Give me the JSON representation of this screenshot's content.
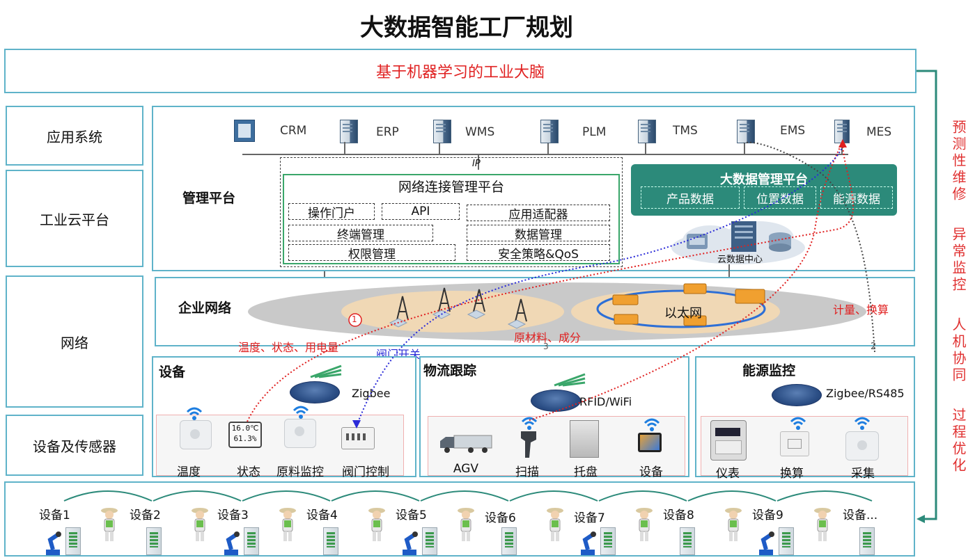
{
  "title": "大数据智能工厂规划",
  "brain": "基于机器学习的工业大脑",
  "left_layers": [
    "应用系统",
    "工业云平台",
    "网络",
    "设备及传感器"
  ],
  "app_systems": [
    "CRM",
    "ERP",
    "WMS",
    "PLM",
    "TMS",
    "EMS",
    "MES"
  ],
  "ip_label": "IP",
  "mgmt_platform": {
    "label": "管理平台",
    "net_platform": {
      "title": "网络连接管理平台",
      "items": [
        "操作门户",
        "API",
        "应用适配器",
        "终端管理",
        "数据管理",
        "权限管理",
        "安全策略&QoS"
      ]
    },
    "bigdata": {
      "title": "大数据管理平台",
      "items": [
        "产品数据",
        "位置数据",
        "能源数据"
      ]
    },
    "cloud_label": "云数据中心"
  },
  "enterprise_network": {
    "label": "企业网络",
    "ethernet": "以太网",
    "markers": [
      "1",
      "2",
      "3"
    ],
    "annotations": {
      "temp": "温度、状态、用电量",
      "valve": "阀门开关",
      "material": "原材料、成分",
      "meter": "计量、换算"
    }
  },
  "device_section": {
    "title": "设备",
    "protocol": "Zigbee",
    "items": [
      "温度",
      "状态",
      "原料监控",
      "阀门控制"
    ],
    "thermo_display": [
      "16.0℃",
      "61.3%"
    ]
  },
  "logistics_section": {
    "title": "物流跟踪",
    "protocol": "RFID/WiFi",
    "items": [
      "AGV",
      "扫描",
      "托盘",
      "设备"
    ]
  },
  "energy_section": {
    "title": "能源监控",
    "protocol": "Zigbee/RS485",
    "items": [
      "仪表",
      "换算",
      "采集"
    ]
  },
  "bottom_devices": [
    "设备1",
    "设备2",
    "设备3",
    "设备4",
    "设备5",
    "设备6",
    "设备7",
    "设备8",
    "设备9",
    "设备..."
  ],
  "side_labels": [
    "预测性维修",
    "异常监控",
    "人机协同",
    "过程优化"
  ],
  "colors": {
    "frame": "#5fb3c9",
    "teal": "#2c8a7a",
    "red": "#e02020",
    "blue": "#2a2ad8"
  }
}
